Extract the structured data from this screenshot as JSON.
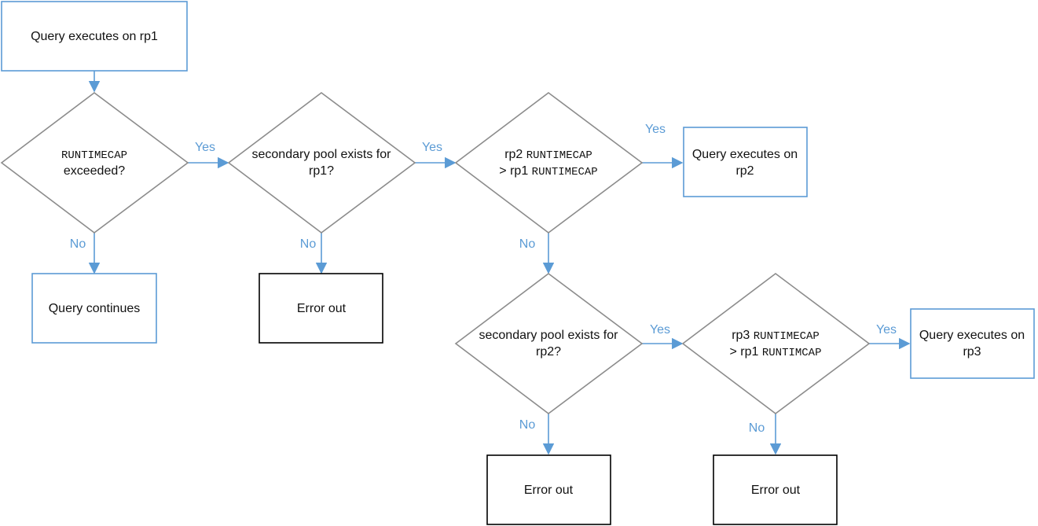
{
  "diagram": {
    "colors": {
      "accent": "#5b9bd5",
      "shape_border": "#8c8c8c",
      "text": "#111111",
      "error_border": "#000000"
    },
    "nodes": {
      "start": "Query executes on rp1",
      "d1": {
        "code": "RUNTIMECAP",
        "text": "exceeded?"
      },
      "cont": "Query continues",
      "d2": {
        "line1": "secondary pool exists for",
        "line2": "rp1?"
      },
      "err1": "Error out",
      "d3": {
        "a1": "rp2",
        "a2": "RUNTIMECAP",
        "b1": "> rp1",
        "b2": "RUNTIMECAP"
      },
      "exec2": {
        "line1": "Query executes on",
        "line2": "rp2"
      },
      "d4": {
        "line1": "secondary pool exists for",
        "line2": "rp2?"
      },
      "err2": "Error out",
      "d5": {
        "a1": "rp3",
        "a2": "RUNTIMECAP",
        "b1": "> rp1",
        "b2": "RUNTIMCAP"
      },
      "exec3": {
        "line1": "Query executes on",
        "line2": "rp3"
      },
      "err3": "Error out"
    },
    "edges": {
      "d1_yes": "Yes",
      "d1_no": "No",
      "d2_yes": "Yes",
      "d2_no": "No",
      "d3_yes": "Yes",
      "d3_no": "No",
      "d4_yes": "Yes",
      "d4_no": "No",
      "d5_yes": "Yes",
      "d5_no": "No"
    }
  }
}
